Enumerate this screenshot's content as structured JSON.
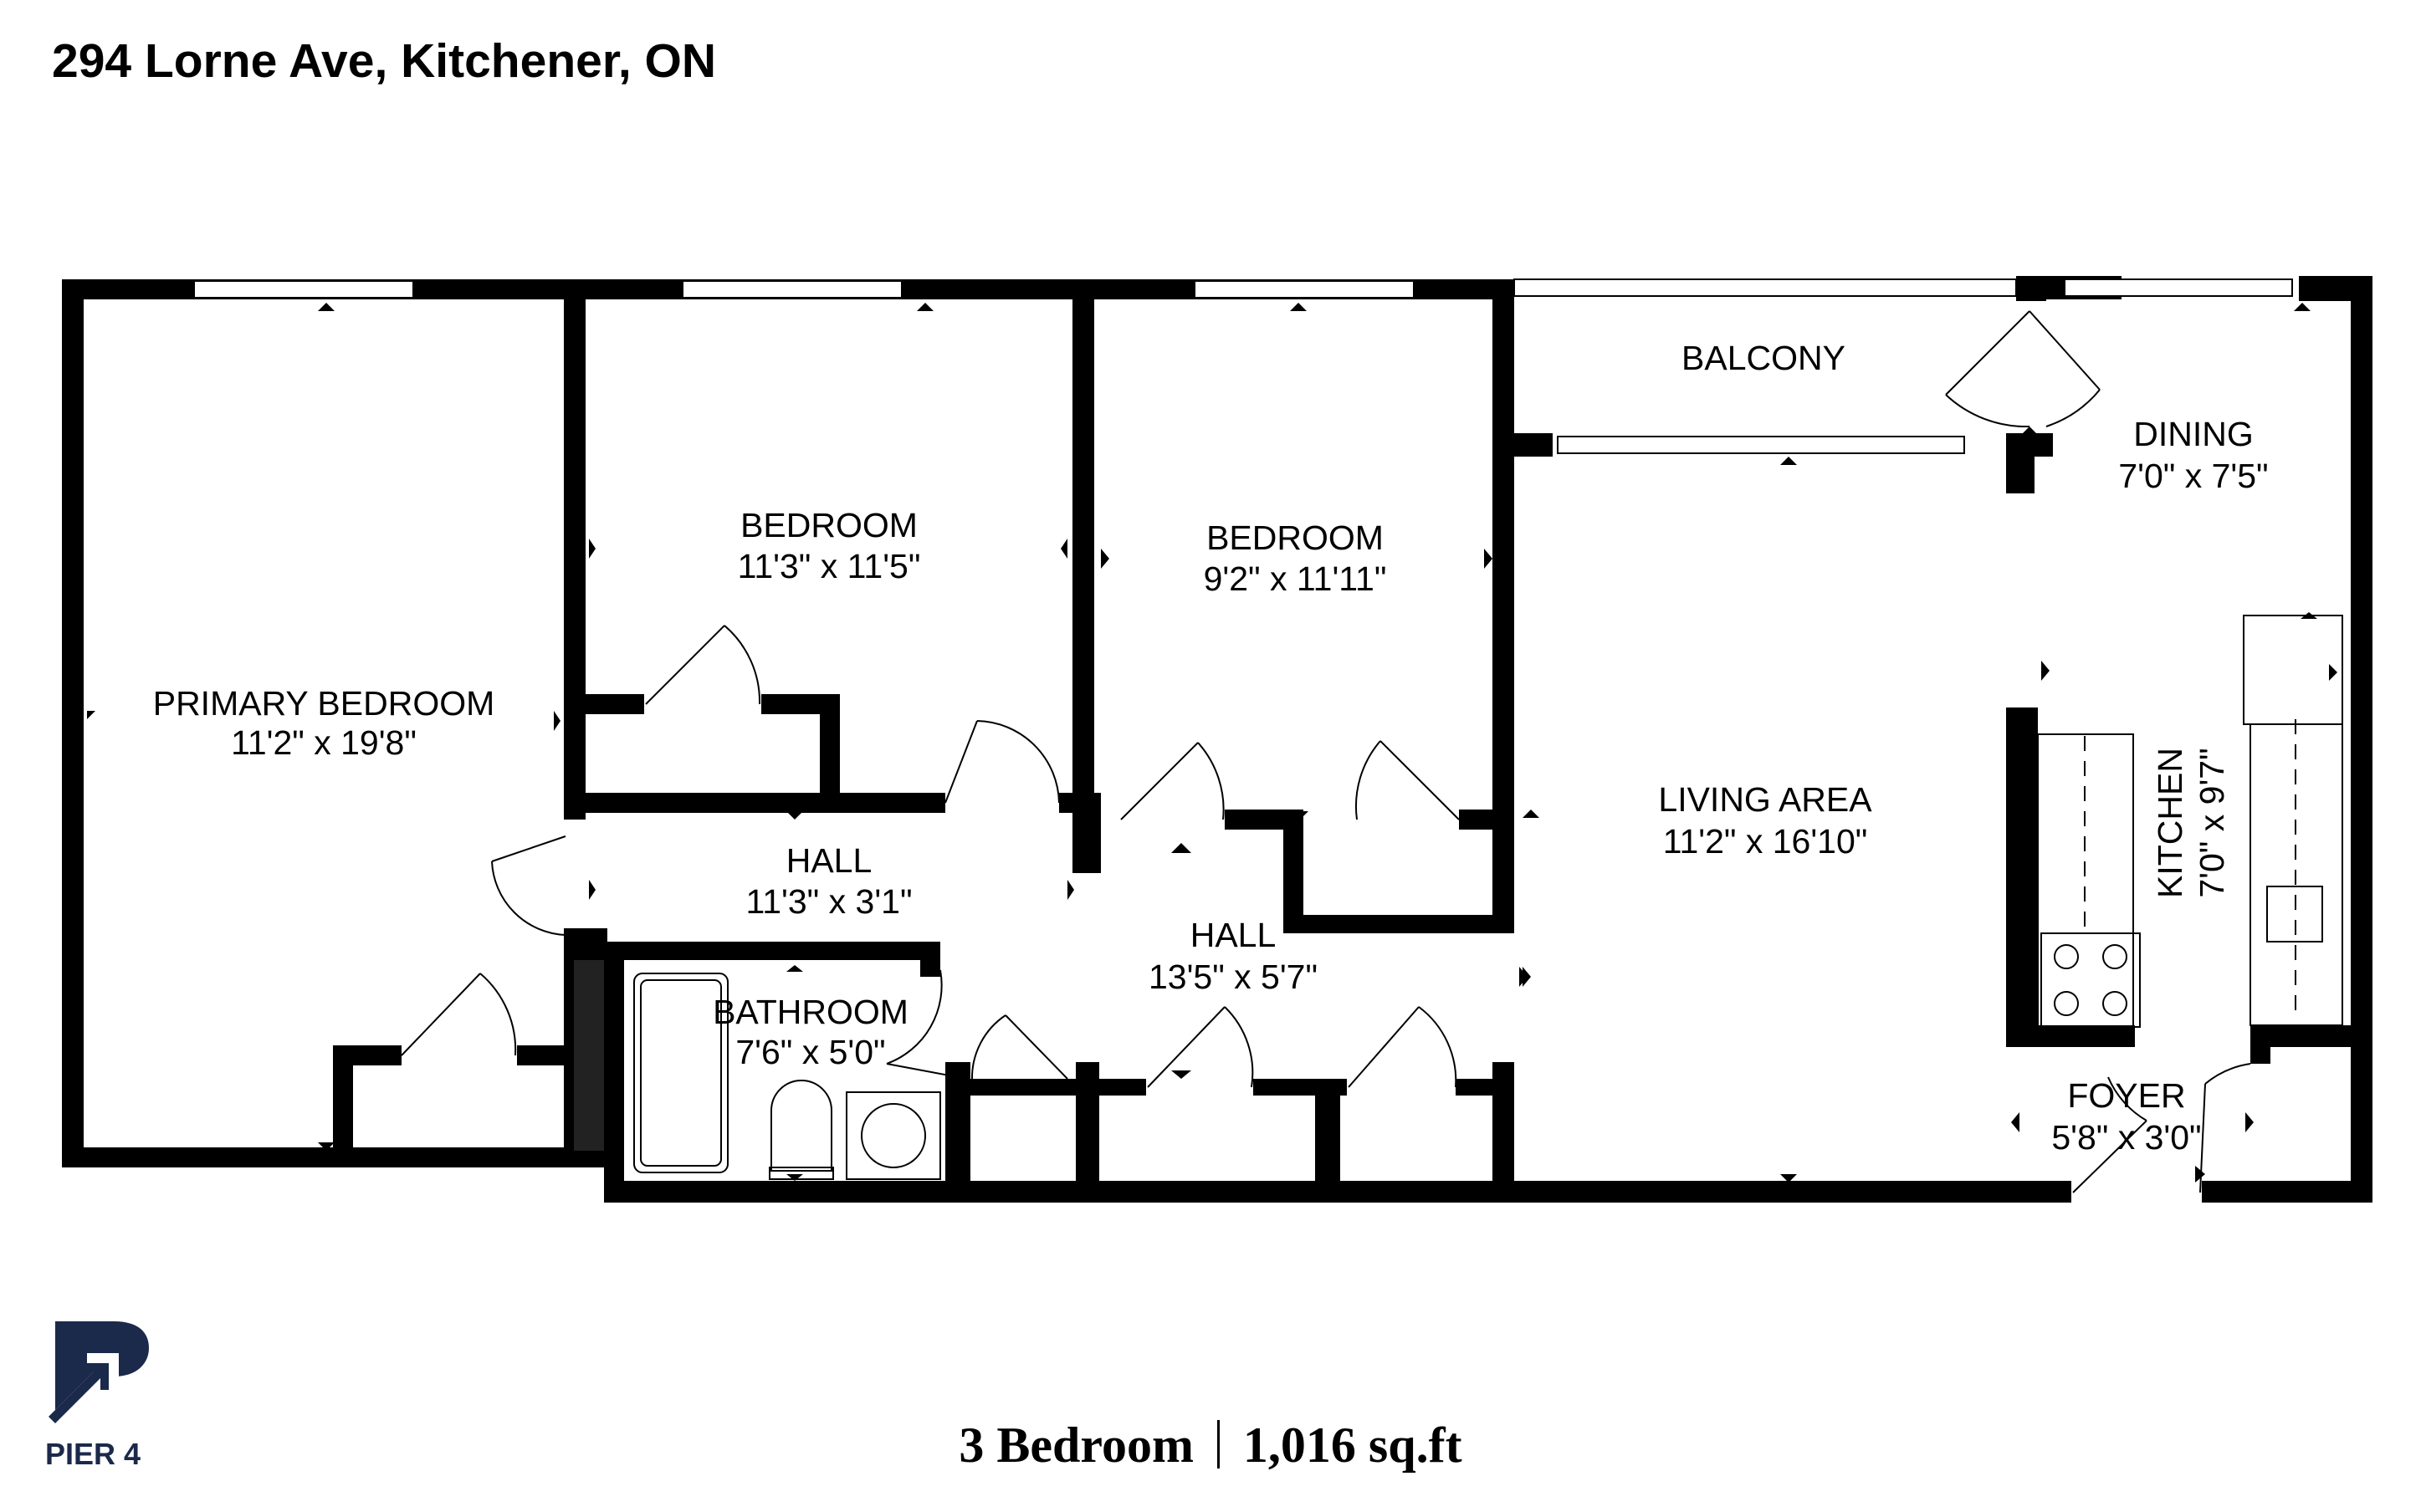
{
  "title": "294 Lorne Ave, Kitchener, ON",
  "rooms": {
    "primary_bedroom": {
      "name": "PRIMARY BEDROOM",
      "size": "11'2\" x 19'8\""
    },
    "bedroom_1": {
      "name": "BEDROOM",
      "size": "11'3\" x 11'5\""
    },
    "bedroom_2": {
      "name": "BEDROOM",
      "size": "9'2\" x 11'11\""
    },
    "balcony": {
      "name": "BALCONY"
    },
    "dining": {
      "name": "DINING",
      "size": "7'0\" x 7'5\""
    },
    "hall_1": {
      "name": "HALL",
      "size": "11'3\" x 3'1\""
    },
    "hall_2": {
      "name": "HALL",
      "size": "13'5\" x 5'7\""
    },
    "bathroom": {
      "name": "BATHROOM",
      "size": "7'6\" x 5'0\""
    },
    "living_area": {
      "name": "LIVING AREA",
      "size": "11'2\" x 16'10\""
    },
    "kitchen": {
      "name": "KITCHEN",
      "size": "7'0\" x 9'7\""
    },
    "foyer": {
      "name": "FOYER",
      "size": "5'8\" x 3'0\""
    }
  },
  "summary": {
    "bedrooms": "3 Bedroom",
    "area": "1,016 sq.ft"
  },
  "brand": {
    "name": "PIER 4",
    "color": "#1b2a4a"
  },
  "colors": {
    "wall": "#000000",
    "window": "#ffffff",
    "background": "#ffffff"
  }
}
